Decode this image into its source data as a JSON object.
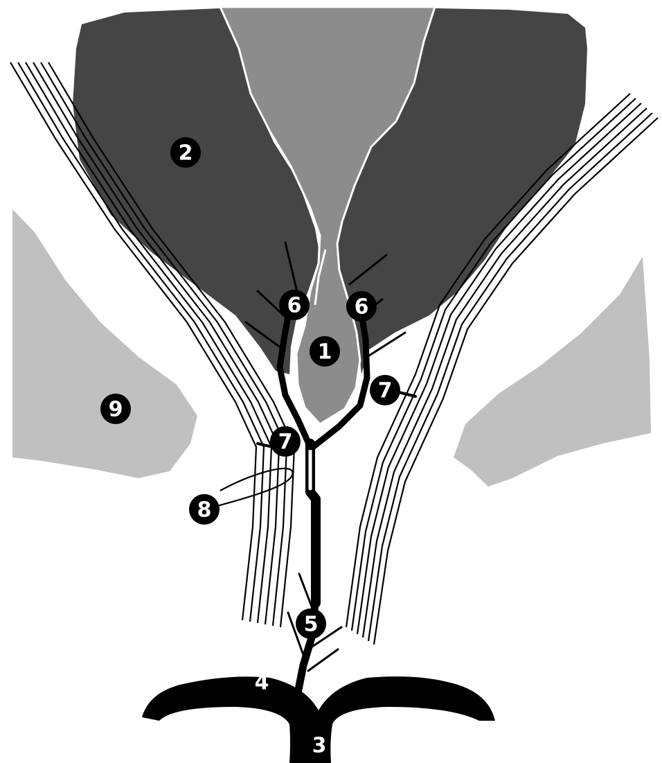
{
  "colors": {
    "background": "#ffffff",
    "dark_gray": "#454545",
    "mid_gray": "#8c8c8c",
    "light_gray": "#c0c0c0",
    "black": "#000000",
    "marker_text": "#ffffff"
  },
  "labels": {
    "l1": "1",
    "l2": "2",
    "l3": "3",
    "l4": "4",
    "l5": "5",
    "l6a": "6",
    "l6b": "6",
    "l7a": "7",
    "l7b": "7",
    "l8": "8",
    "l9": "9"
  }
}
